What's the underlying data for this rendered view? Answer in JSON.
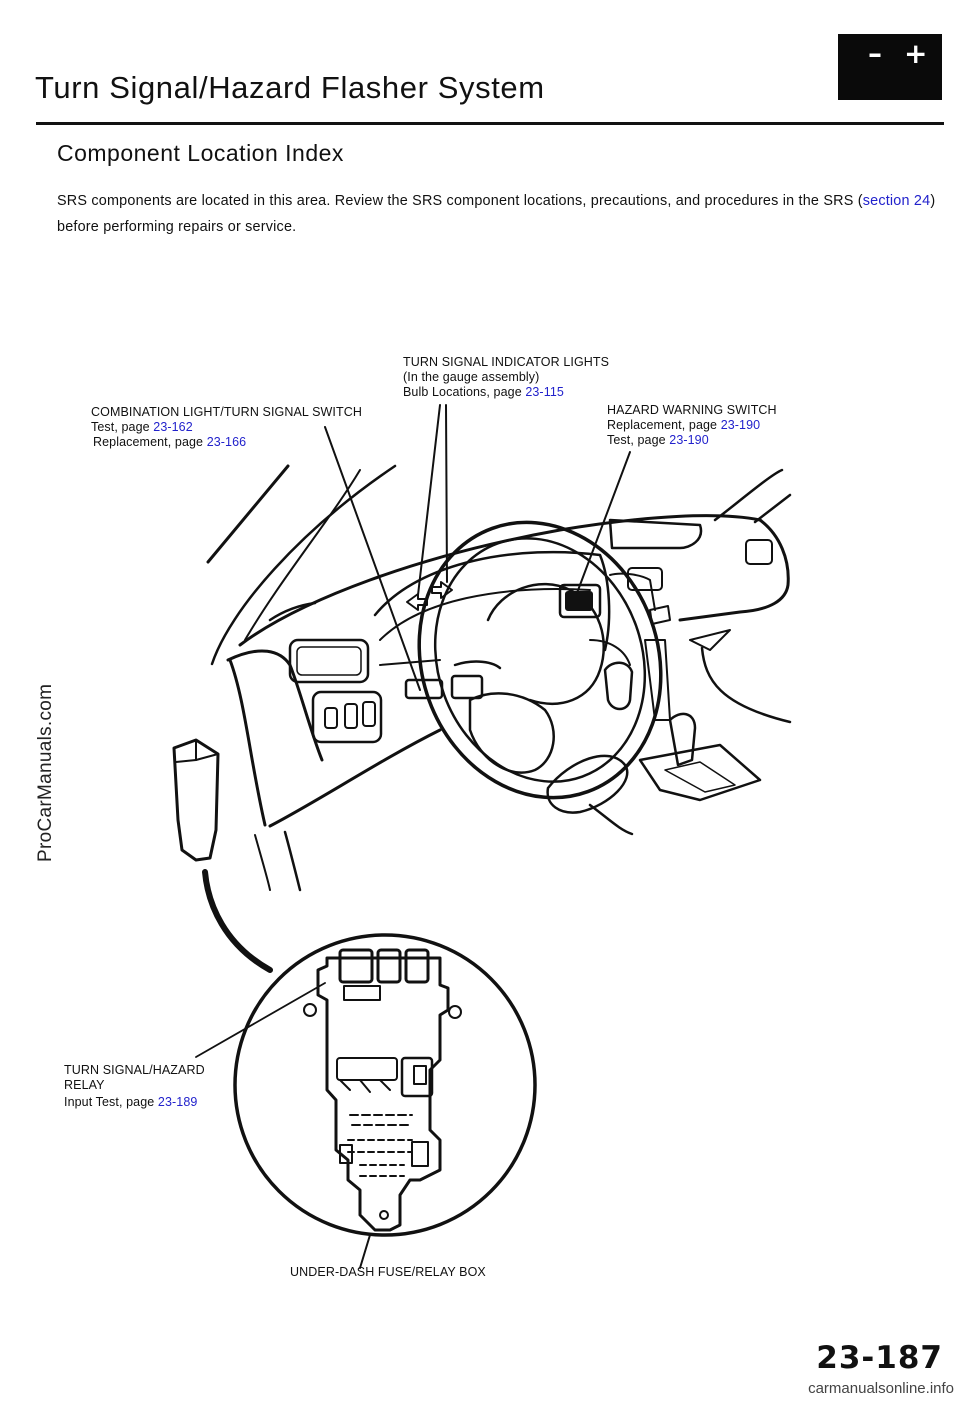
{
  "header": {
    "title": "Turn Signal/Hazard Flasher System",
    "battery_icon": "battery-minus-plus-icon"
  },
  "section": {
    "title": "Component Location Index",
    "note_pre": "SRS components are located in this area. Review the SRS component locations, precautions, and procedures in the SRS (",
    "note_link": "section 24",
    "note_post": ") before performing repairs or service."
  },
  "callouts": {
    "combination_switch": {
      "name": "COMBINATION LIGHT/TURN SIGNAL SWITCH",
      "line1": "Test, page ",
      "line1_page": "23-162",
      "line2": "Replacement, page ",
      "line2_page": "23-166"
    },
    "indicator_lights": {
      "name": "TURN SIGNAL INDICATOR LIGHTS",
      "sub": "(In the gauge assembly)",
      "line1": "Bulb Locations, page ",
      "line1_page": "23-115"
    },
    "hazard_switch": {
      "name": "HAZARD WARNING SWITCH",
      "line1": "Replacement, page ",
      "line1_page": "23-190",
      "line2": "Test, page ",
      "line2_page": "23-190"
    },
    "relay": {
      "name": "TURN SIGNAL/HAZARD",
      "name2": "RELAY",
      "line1": "Input Test, page ",
      "line1_page": "23-189"
    },
    "fuse_box": {
      "name": "UNDER-DASH FUSE/RELAY BOX"
    }
  },
  "sidebar_watermark": "ProCarManuals.com",
  "page_number": "23-187",
  "footer": "carmanualsonline.info"
}
